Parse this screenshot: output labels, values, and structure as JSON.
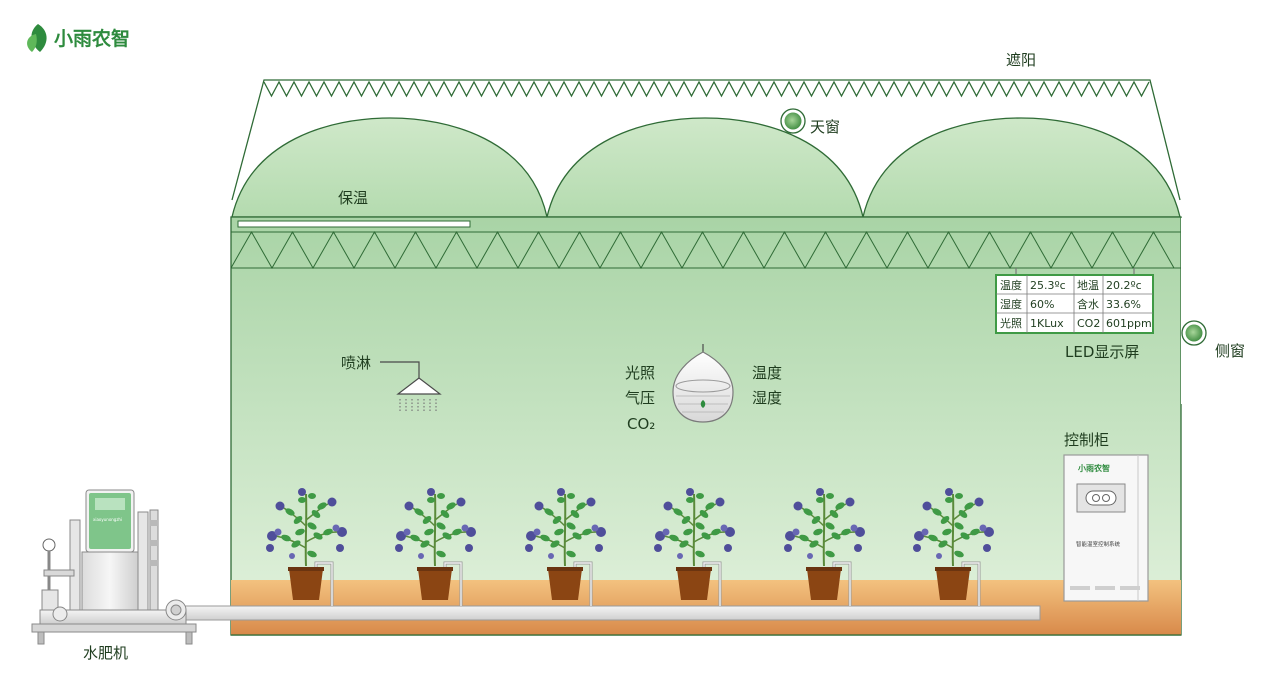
{
  "brand": {
    "name": "小雨农智"
  },
  "labels": {
    "shade": "遮阳",
    "skylight": "天窗",
    "insulation": "保温",
    "spray": "喷淋",
    "sensor_left": [
      "光照",
      "气压",
      "CO₂"
    ],
    "sensor_right": [
      "温度",
      "湿度"
    ],
    "led_screen": "LED显示屏",
    "side_window": "侧窗",
    "control_cabinet": "控制柜",
    "fertigation": "水肥机"
  },
  "led_table": [
    [
      {
        "k": "温度",
        "v": "25.3ºc"
      },
      {
        "k": "地温",
        "v": "20.2ºc"
      }
    ],
    [
      {
        "k": "湿度",
        "v": "60%"
      },
      {
        "k": "含水",
        "v": "33.6%"
      }
    ],
    [
      {
        "k": "光照",
        "v": "1KLux"
      },
      {
        "k": "CO2",
        "v": "601ppm"
      }
    ]
  ],
  "cabinet": {
    "brand": "小雨农智",
    "caption": "智能温室控制系统"
  },
  "fertigation_unit": {
    "brand": "xiaoyunongzhi"
  },
  "colors": {
    "interior_light": "#e3f2de",
    "interior_dark": "#a9d4a6",
    "outline": "#2f6b36",
    "soil_light": "#f1b46d",
    "soil_dark": "#d88c49",
    "brand_green": "#2e8b3e",
    "pot": "#8b4513",
    "flower": "#4f4e9a",
    "leaf": "#3f9a45"
  },
  "icons": [
    "leaf-logo-icon",
    "skylight-icon",
    "side-window-icon",
    "spray-nozzle-icon",
    "sensor-icon",
    "plant-icon"
  ]
}
